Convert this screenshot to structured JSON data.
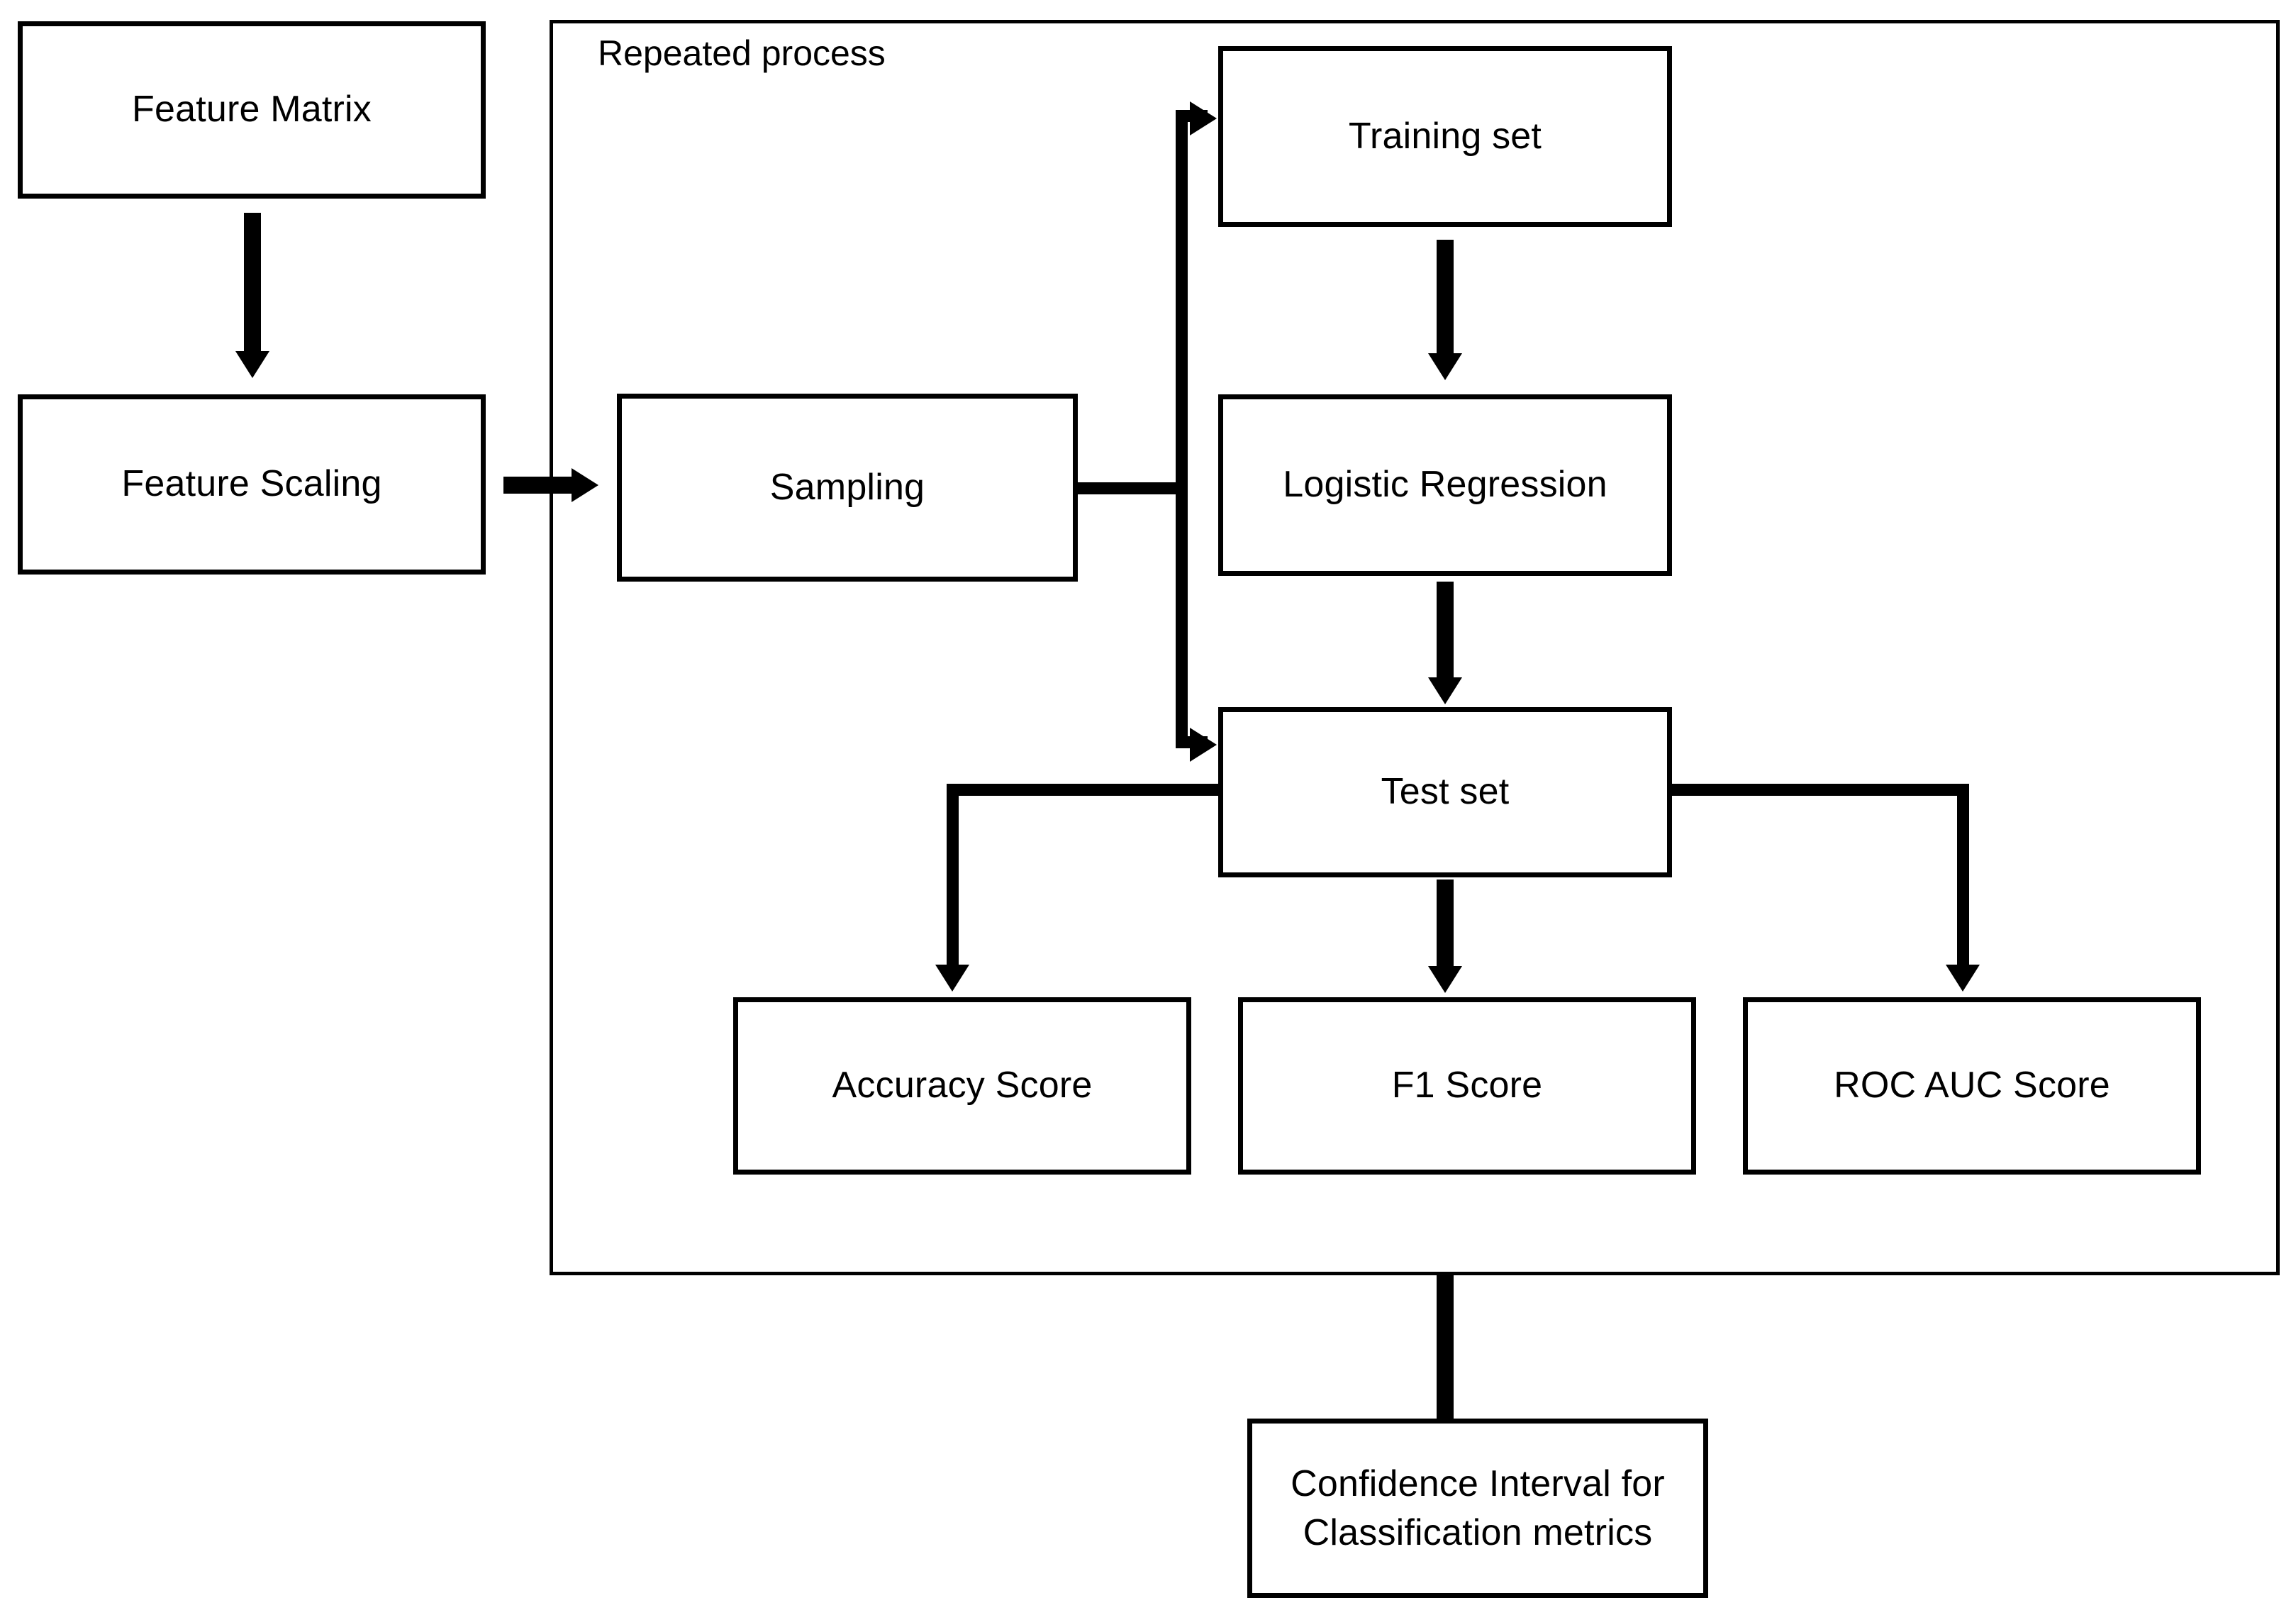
{
  "diagram": {
    "title": "",
    "container": {
      "label": "Repeated process"
    },
    "nodes": [
      {
        "id": "feature-matrix",
        "label": "Feature Matrix"
      },
      {
        "id": "feature-scaling",
        "label": "Feature Scaling"
      },
      {
        "id": "sampling",
        "label": "Sampling"
      },
      {
        "id": "training-set",
        "label": "Training set"
      },
      {
        "id": "logistic-regression",
        "label": "Logistic Regression"
      },
      {
        "id": "test-set",
        "label": "Test set"
      },
      {
        "id": "accuracy-score",
        "label": "Accuracy Score"
      },
      {
        "id": "f1-score",
        "label": "F1 Score"
      },
      {
        "id": "roc-auc-score",
        "label": "ROC AUC Score"
      },
      {
        "id": "confidence-interval",
        "label": "Confidence Interval for\nClassification metrics"
      }
    ],
    "node_labels": {
      "feature_matrix": "Feature Matrix",
      "feature_scaling": "Feature Scaling",
      "sampling": "Sampling",
      "training_set": "Training set",
      "logistic_regression": "Logistic Regression",
      "test_set": "Test set",
      "accuracy_score": "Accuracy Score",
      "f1_score": "F1 Score",
      "roc_auc_score": "ROC AUC Score",
      "confidence_interval_line1": "Confidence Interval for",
      "confidence_interval_line2": "Classification metrics"
    },
    "edges": [
      {
        "from": "feature-matrix",
        "to": "feature-scaling",
        "style": "arrow-down"
      },
      {
        "from": "feature-scaling",
        "to": "sampling",
        "style": "arrow-right"
      },
      {
        "from": "sampling",
        "to": "training-set",
        "style": "elbow-up-right"
      },
      {
        "from": "sampling",
        "to": "test-set",
        "style": "elbow-down-right"
      },
      {
        "from": "training-set",
        "to": "logistic-regression",
        "style": "arrow-down"
      },
      {
        "from": "logistic-regression",
        "to": "test-set",
        "style": "arrow-down"
      },
      {
        "from": "test-set",
        "to": "accuracy-score",
        "style": "elbow-left-down"
      },
      {
        "from": "test-set",
        "to": "f1-score",
        "style": "arrow-down"
      },
      {
        "from": "test-set",
        "to": "roc-auc-score",
        "style": "elbow-right-down"
      },
      {
        "from": "repeated-container",
        "to": "confidence-interval",
        "style": "arrow-down"
      }
    ],
    "colors": {
      "stroke": "#000000",
      "fill": "#ffffff",
      "text": "#000000"
    }
  }
}
